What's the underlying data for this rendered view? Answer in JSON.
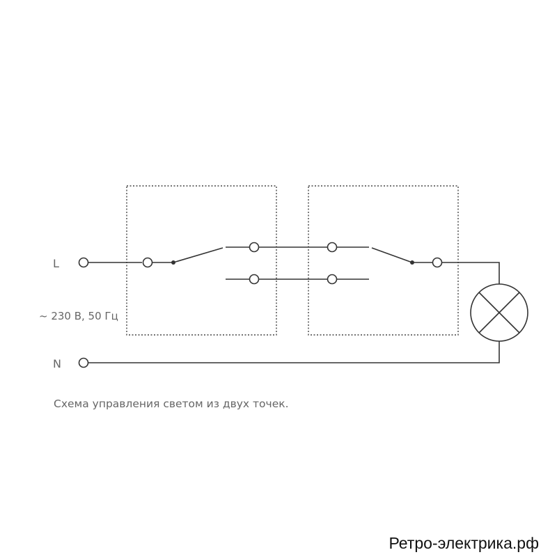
{
  "labels": {
    "line": "L",
    "neutral": "N",
    "supply": "~ 230 В, 50 Гц",
    "caption": "Схема управления светом из двух точек."
  },
  "watermark": "Ретро-электрика.рф",
  "colors": {
    "wire": "#333333",
    "dashed_box": "#444444",
    "label_text": "#666666",
    "watermark_text": "#111111"
  }
}
